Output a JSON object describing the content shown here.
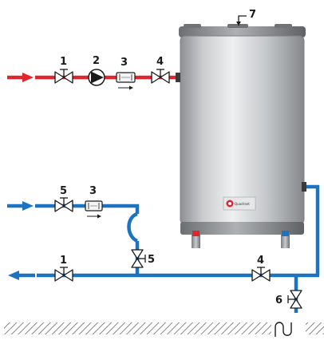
{
  "labels": {
    "valve_hot_inlet": "1",
    "pump": "2",
    "flow_meter_hot": "3",
    "valve_hot_tank": "4",
    "vent_top": "7",
    "valve_cold_inlet": "5",
    "flow_meter_cold": "3",
    "valve_cold_bypass": "5",
    "valve_outlet_left": "1",
    "valve_outlet_right": "4",
    "drain_valve": "6"
  },
  "tank": {
    "brand_text": "Quadrant"
  },
  "colors": {
    "hot_pipe": "#e0262c",
    "cold_pipe": "#1b73c2",
    "tank_body": "#b5b8bb",
    "ground_hatch": "#6a6a6a",
    "valve_outline": "#1a1a1a"
  }
}
